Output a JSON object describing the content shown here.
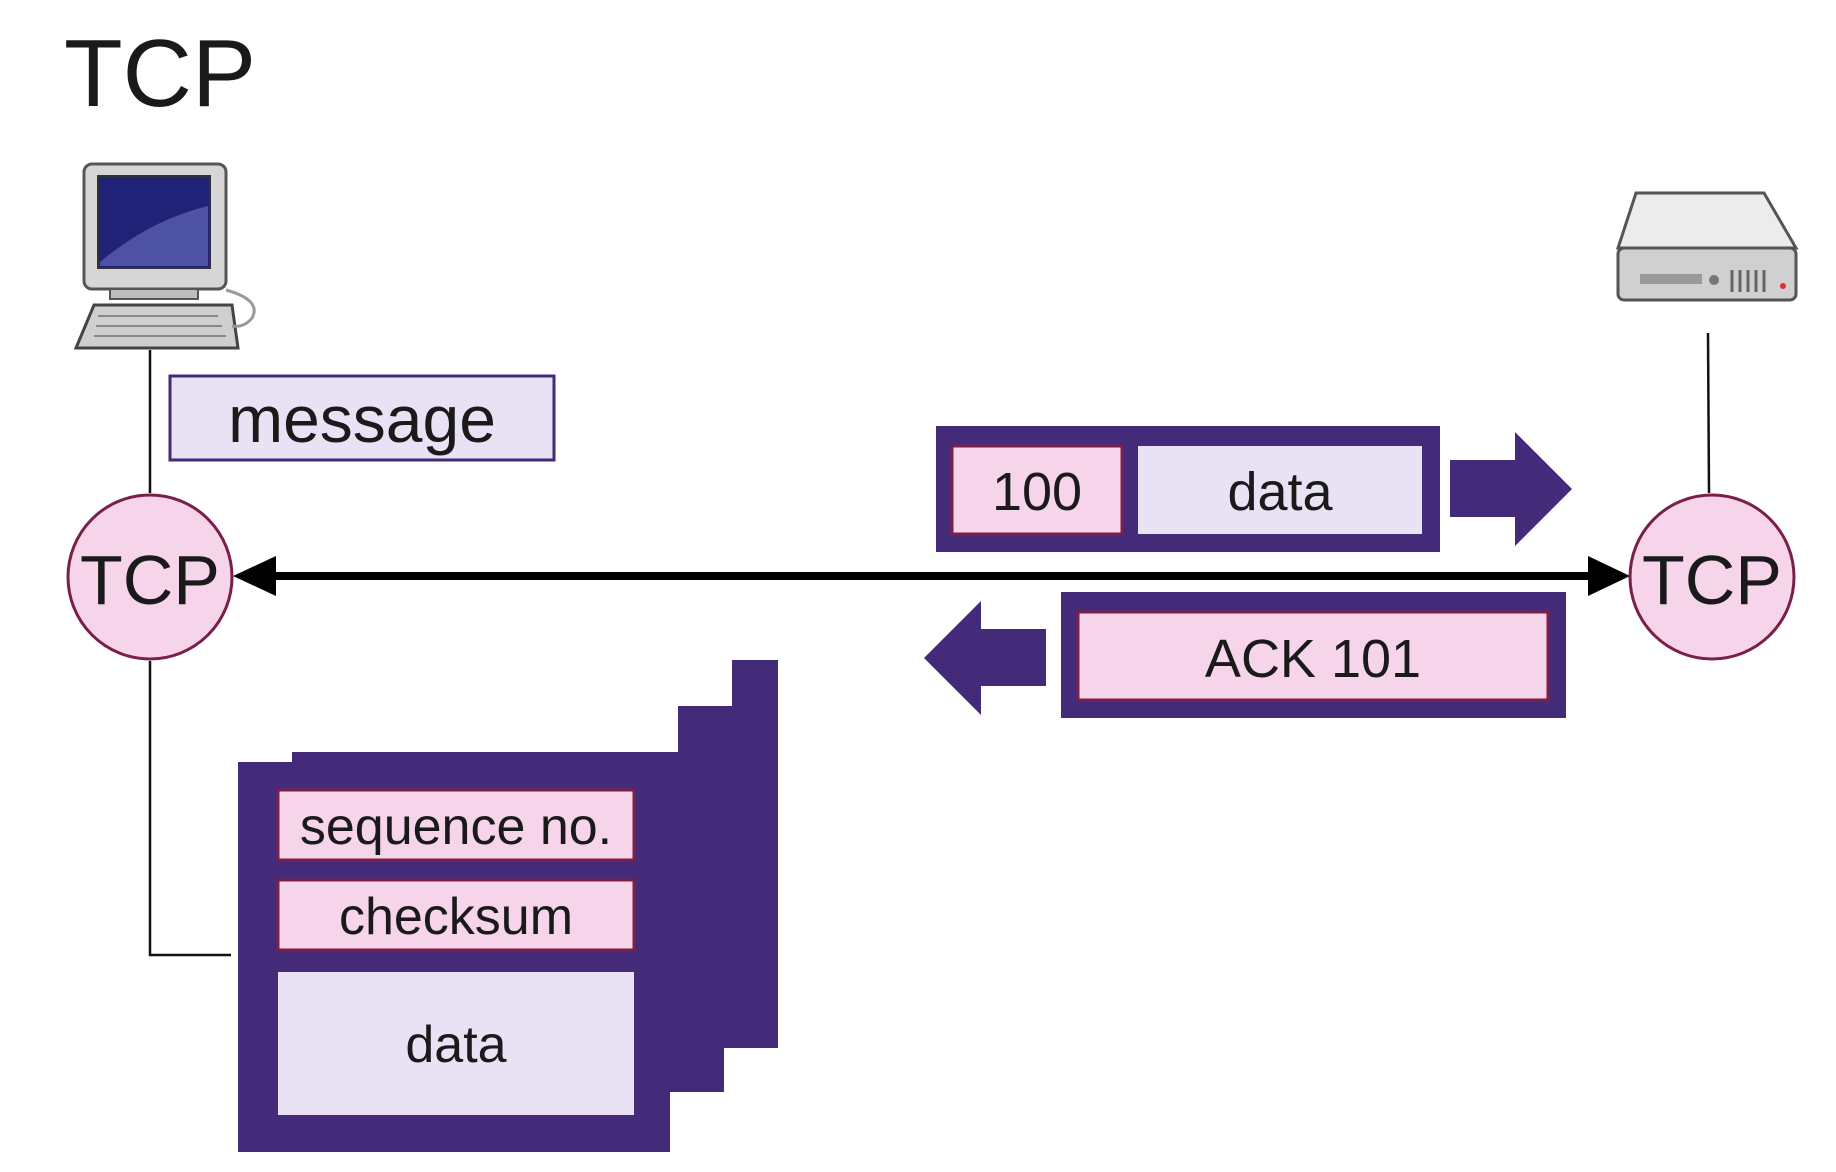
{
  "title": "TCP",
  "client_tcp_label": "TCP",
  "server_tcp_label": "TCP",
  "message_label": "message",
  "outgoing_segment": {
    "seq": "100",
    "data": "data"
  },
  "ack_segment": {
    "label": "ACK 101"
  },
  "segment_stack": {
    "sequence_label": "sequence no.",
    "checksum_label": "checksum",
    "data_label": "data"
  },
  "colors": {
    "segment_border": "#432b79",
    "header_field": "#f6d4e9",
    "data_field": "#e8e2f4",
    "tcp_node": "#f6d4e9"
  },
  "icons": [
    "desktop-computer-icon",
    "server-icon",
    "arrow-right-icon",
    "arrow-left-icon"
  ]
}
